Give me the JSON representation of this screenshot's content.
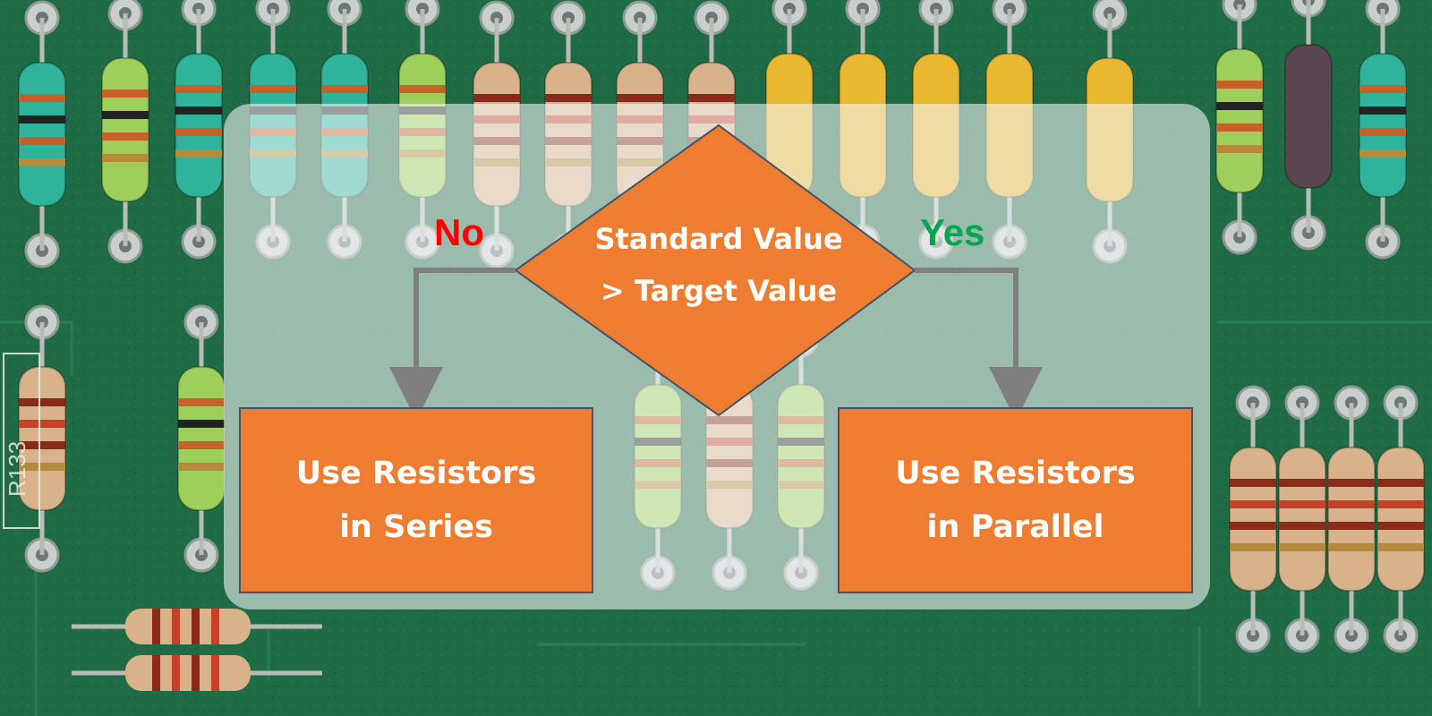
{
  "diagram": {
    "decision": {
      "text": "Standard Value\n> Target Value"
    },
    "branches": {
      "no": "No",
      "yes": "Yes"
    },
    "outcomes": {
      "series": "Use Resistors\nin Series",
      "parallel": "Use Resistors\nin Parallel"
    }
  },
  "colors": {
    "box_fill": "#ee7d31",
    "box_border": "#435368",
    "connector": "#7f7f7f",
    "no_label": "#ff0000",
    "yes_label": "#00a651",
    "pcb_green": "#1f6b45"
  }
}
